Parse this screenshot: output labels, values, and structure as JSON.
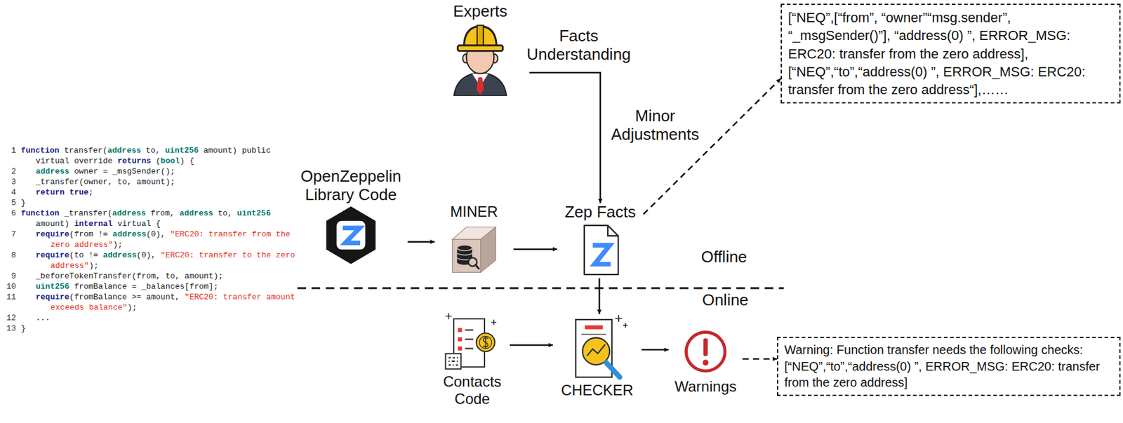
{
  "diagram": {
    "nodes": [
      {
        "text": [
          "Experts"
        ]
      },
      {
        "text": [
          "OpenZeppelin Library Code"
        ]
      },
      {
        "text": [
          "MINER"
        ]
      },
      {
        "text": [
          "Zep Facts"
        ]
      },
      {
        "text": [
          "[“NEQ”,[“from”, “owner”“msg.sender”, “_msgSender()”], “address(0) ”, ERROR_MSG: ERC20: transfer from the zero address], [“NEQ”,“to”,“address(0) ”, ERROR_MSG: ERC20: transfer from the zero address“],……"
        ]
      },
      {
        "text": [
          "Contacts Code"
        ]
      },
      {
        "text": [
          "CHECKER"
        ]
      },
      {
        "text": [
          "Warnings"
        ]
      },
      {
        "text": [
          "Warning: Function transfer needs the following checks: [“NEQ”,“to”,“address(0) ”, ERROR_MSG: ERC20: transfer from the zero address]"
        ]
      }
    ],
    "edges": [
      {
        "from": 0,
        "to": 3,
        "arrow": "to",
        "label": "Minor Adjustments"
      },
      {
        "from": 1,
        "to": 2,
        "arrow": "to"
      },
      {
        "from": 2,
        "to": 3,
        "arrow": "to"
      },
      {
        "from": 3,
        "to": 4,
        "arrow": "to"
      },
      {
        "from": 3,
        "to": 6,
        "arrow": "to"
      },
      {
        "from": 5,
        "to": 6,
        "arrow": "to"
      },
      {
        "from": 6,
        "to": 7,
        "arrow": "to"
      },
      {
        "from": 7,
        "to": 8,
        "arrow": "to"
      }
    ],
    "labels": [
      "Facts Understanding",
      "Offline",
      "Online",
      "1",
      "function transfer(address to, uint256 amount) public virtual override returns (bool) {",
      "2",
      "address owner = _msgSender();",
      "3",
      "_transfer(owner, to, amount);",
      "4",
      "return true;",
      "5",
      "}",
      "6",
      "function _transfer(address from, address to, uint256 amount) internal virtual {",
      "7",
      "require(from != address(0), \"ERC20: transfer from the zero address\");",
      "8",
      "require(to != address(0), \"ERC20: transfer to the zero address\");",
      "9",
      "_beforeTokenTransfer(from, to, amount);",
      "10",
      "uint256 fromBalance = _balances[from];",
      "11",
      "require(fromBalance >= amount, \"ERC20: transfer amount exceeds balance\");",
      "12",
      "...",
      "13",
      "}"
    ]
  }
}
